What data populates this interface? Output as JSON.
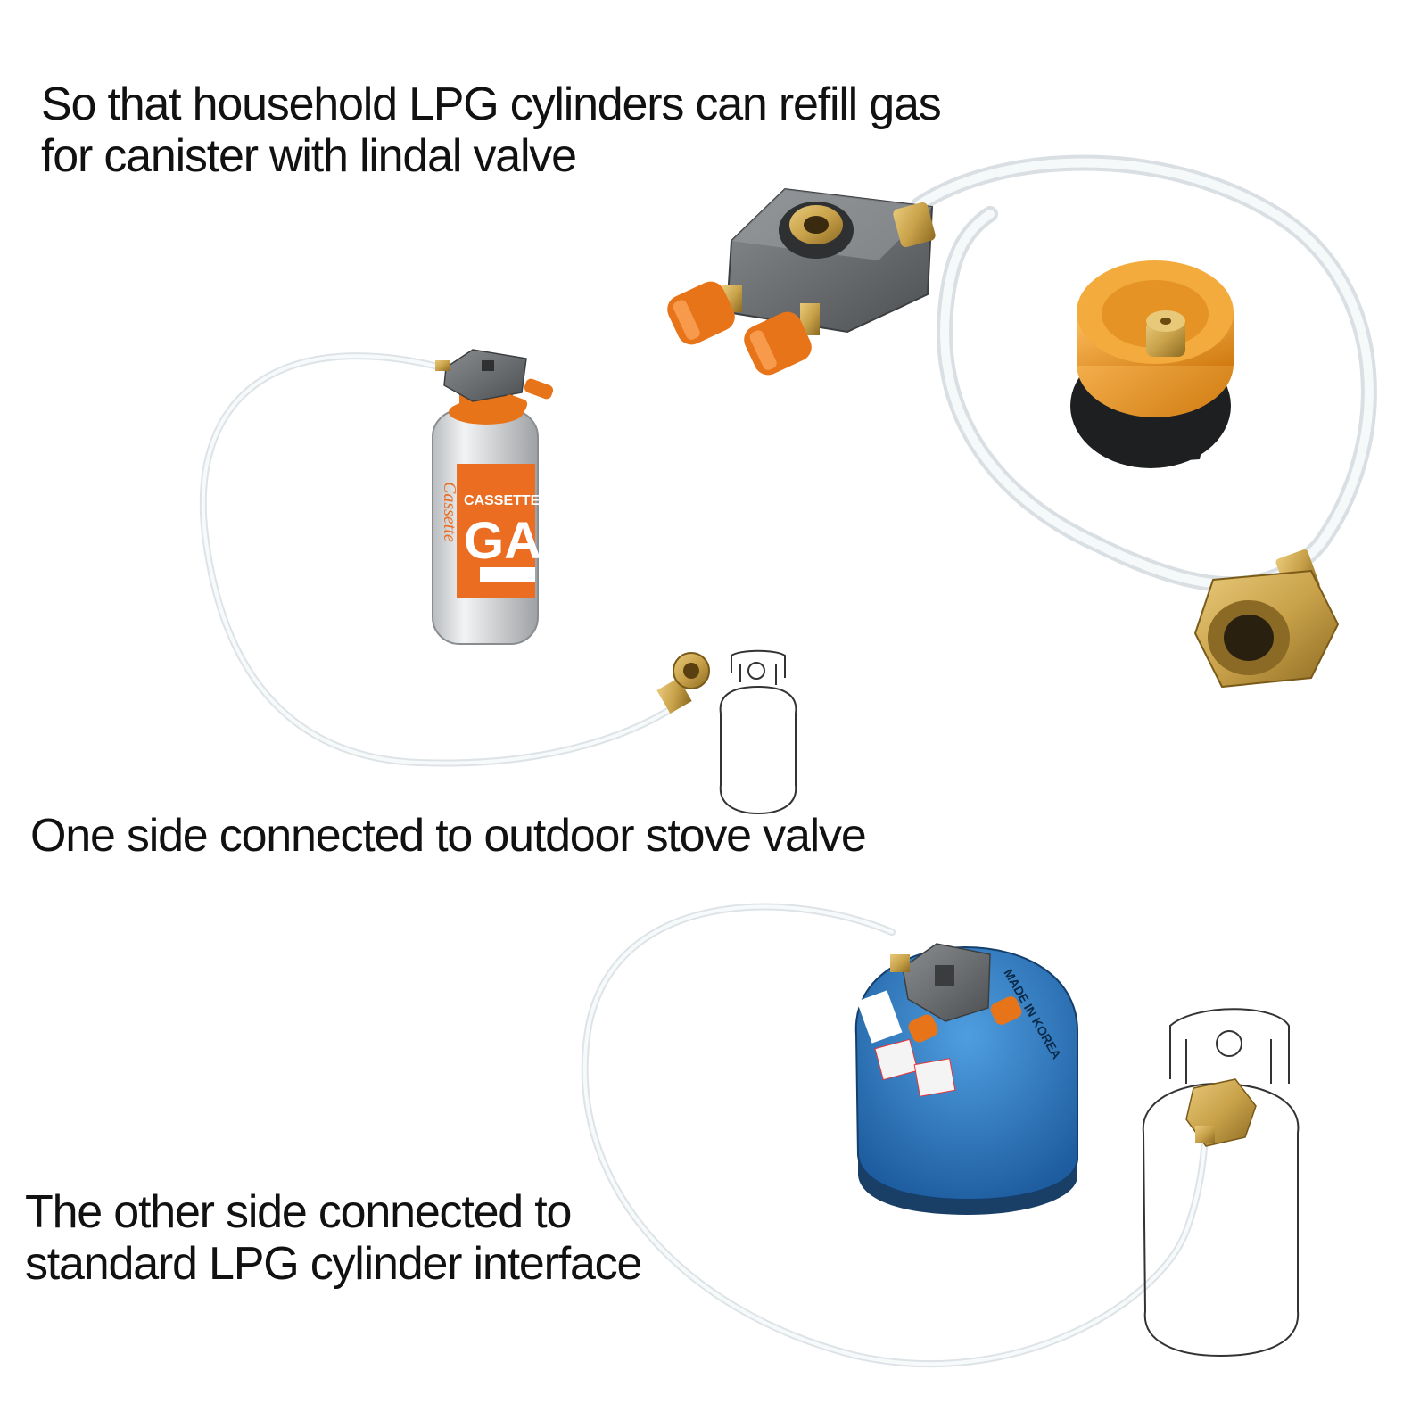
{
  "captions": {
    "top_line1": "So that household LPG cylinders can refill gas",
    "top_line2": "for canister with lindal valve",
    "middle": "One side connected to outdoor stove valve",
    "bottom_line1": "The other side connected to",
    "bottom_line2": "standard LPG cylinder interface"
  },
  "canister_labels": {
    "cassette_brand": "CASSETTE",
    "cassette_big": "GA",
    "cassette_side": "Cassette",
    "blue_made_in": "MADE IN KOREA"
  },
  "colors": {
    "brass": "#c9a24a",
    "orange_knob": "#e8741a",
    "aluminum_orange": "#f0a030",
    "valve_block": "#6b6e70",
    "hose": "#e9eef0",
    "canister_blue": "#2f7fc8",
    "canister_orange": "#ea6d22"
  },
  "icons": [
    "lpg-cylinder-outline-icon",
    "lpg-cylinder-outline-icon"
  ]
}
